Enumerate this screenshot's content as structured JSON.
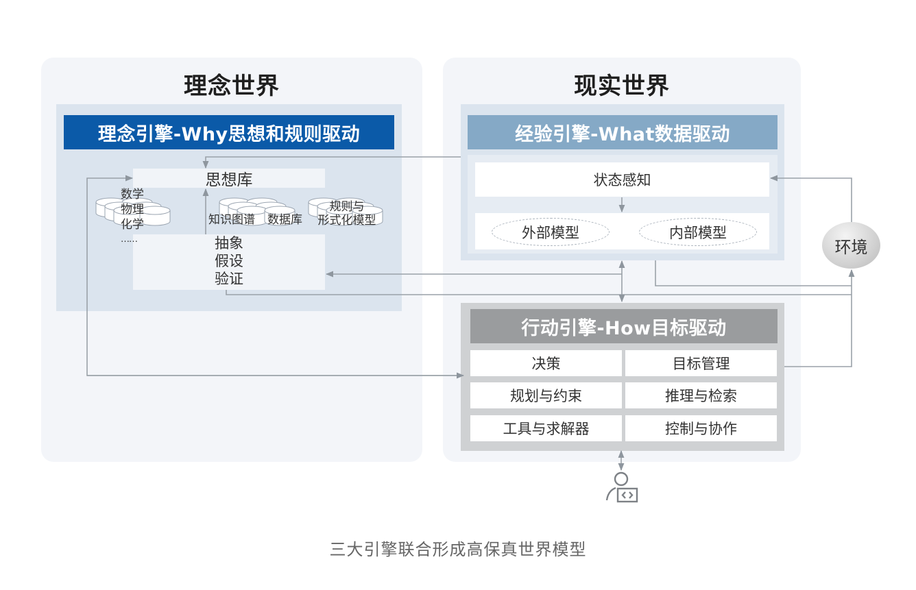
{
  "ideal_world": {
    "title": "理念世界",
    "engine_header": "理念引擎-Why思想和规则驱动",
    "thought_library": "思想库",
    "sciences": [
      "数学",
      "物理",
      "化学",
      "……"
    ],
    "knowledge_graph": "知识图谱",
    "database": "数据库",
    "rules_line1": "规则与",
    "rules_line2": "形式化模型",
    "process": [
      "抽象",
      "假设",
      "验证"
    ],
    "header_color": "#0b5aa8"
  },
  "real_world": {
    "title": "现实世界",
    "experience_engine": {
      "header": "经验引擎-What数据驱动",
      "state_perception": "状态感知",
      "external_model": "外部模型",
      "internal_model": "内部模型",
      "header_color": "#85a9c6"
    },
    "action_engine": {
      "header": "行动引擎-How目标驱动",
      "cells": [
        [
          "决策",
          "目标管理"
        ],
        [
          "规划与约束",
          "推理与检索"
        ],
        [
          "工具与求解器",
          "控制与协作"
        ]
      ],
      "header_color": "#9a9c9e"
    }
  },
  "environment": "环境",
  "user_icon": "user-code-icon",
  "caption": "三大引擎联合形成高保真世界模型"
}
